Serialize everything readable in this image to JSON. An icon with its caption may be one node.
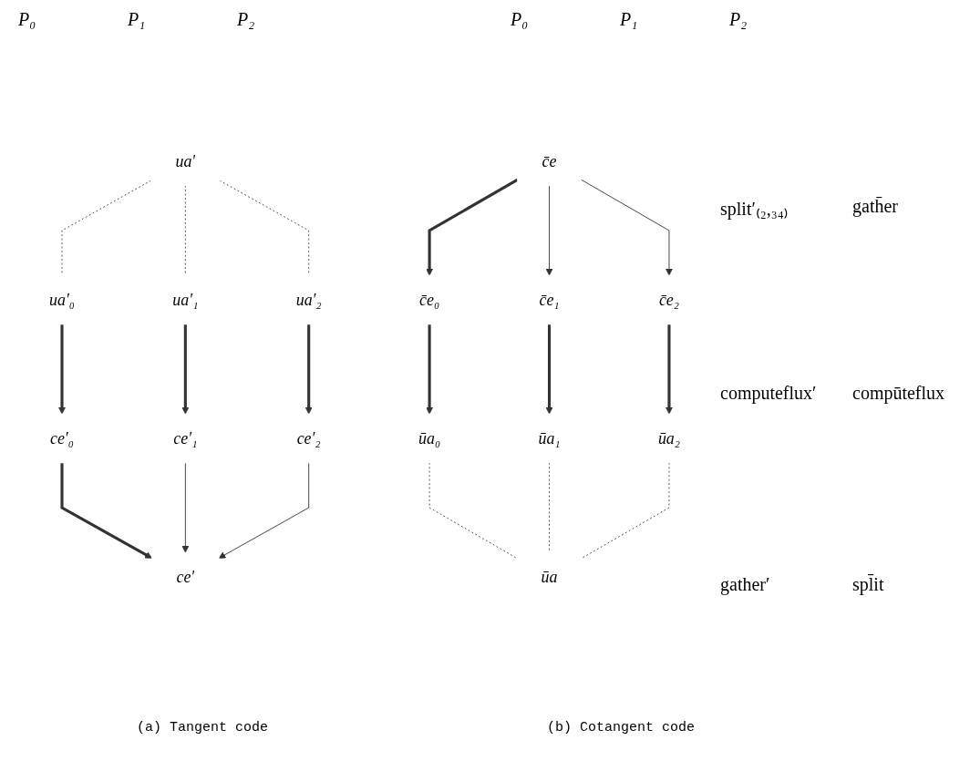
{
  "diagram": {
    "nodes": [
      {
        "text": [
          "ua′"
        ]
      },
      {
        "text": [
          "ua′₀"
        ]
      },
      {
        "text": [
          "ua′₁"
        ]
      },
      {
        "text": [
          "ua′₂"
        ]
      },
      {
        "text": [
          "ce′₀"
        ]
      },
      {
        "text": [
          "ce′₁"
        ]
      },
      {
        "text": [
          "ce′₂"
        ]
      },
      {
        "text": [
          "ce′"
        ]
      },
      {
        "text": [
          "c̄e"
        ]
      },
      {
        "text": [
          "c̄e₀"
        ]
      },
      {
        "text": [
          "c̄e₁"
        ]
      },
      {
        "text": [
          "c̄e₂"
        ]
      },
      {
        "text": [
          "ūa₀"
        ]
      },
      {
        "text": [
          "ūa₁"
        ]
      },
      {
        "text": [
          "ūa₂"
        ]
      },
      {
        "text": [
          "ūa"
        ]
      }
    ],
    "edges": [
      {
        "from": 0,
        "to": 1,
        "arrow": "none",
        "style": "dashed"
      },
      {
        "from": 0,
        "to": 2,
        "arrow": "none",
        "style": "dashed"
      },
      {
        "from": 0,
        "to": 3,
        "arrow": "none",
        "style": "dashed"
      },
      {
        "from": 1,
        "to": 4,
        "arrow": "to",
        "style": "thick"
      },
      {
        "from": 2,
        "to": 5,
        "arrow": "to",
        "style": "thick"
      },
      {
        "from": 3,
        "to": 6,
        "arrow": "to",
        "style": "thick"
      },
      {
        "from": 4,
        "to": 7,
        "arrow": "to",
        "style": "thick"
      },
      {
        "from": 5,
        "to": 7,
        "arrow": "to"
      },
      {
        "from": 6,
        "to": 7,
        "arrow": "to"
      },
      {
        "from": 8,
        "to": 9,
        "arrow": "to",
        "style": "thick"
      },
      {
        "from": 8,
        "to": 10,
        "arrow": "to"
      },
      {
        "from": 8,
        "to": 11,
        "arrow": "to"
      },
      {
        "from": 9,
        "to": 12,
        "arrow": "to",
        "style": "thick"
      },
      {
        "from": 10,
        "to": 13,
        "arrow": "to",
        "style": "thick"
      },
      {
        "from": 11,
        "to": 14,
        "arrow": "to",
        "style": "thick"
      },
      {
        "from": 12,
        "to": 15,
        "arrow": "none",
        "style": "dashed"
      },
      {
        "from": 13,
        "to": 15,
        "arrow": "none",
        "style": "dashed"
      },
      {
        "from": 14,
        "to": 15,
        "arrow": "none",
        "style": "dashed"
      }
    ],
    "labels": [
      "P₀",
      "P₁",
      "P₂",
      "P₀",
      "P₁",
      "P₂",
      "split′₍₂,₃₄₎",
      "gath̄er",
      "computeflux′",
      "compūteflux",
      "gather′",
      "spl̄it",
      "(a) Tangent code",
      "(b) Cotangent code"
    ]
  }
}
